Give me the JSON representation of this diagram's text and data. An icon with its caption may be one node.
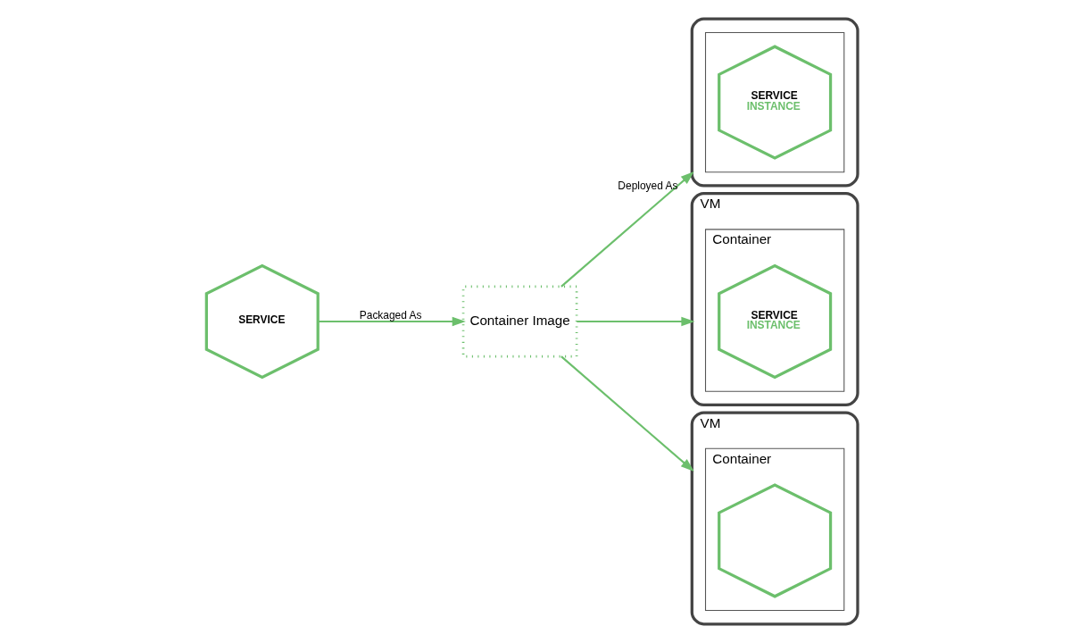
{
  "diagram": {
    "nodes": [
      {
        "text": [
          "SERVICE"
        ]
      },
      {
        "text": [
          "Container Image"
        ]
      },
      {
        "text": [],
        "shape": "box"
      },
      {
        "text": [],
        "shape": "box",
        "in": 2
      },
      {
        "text": [
          "SERVICE",
          "INSTANCE"
        ],
        "in": 3
      },
      {
        "text": [
          "VM"
        ]
      },
      {
        "text": [
          "Container"
        ],
        "in": 5
      },
      {
        "text": [
          "SERVICE",
          "INSTANCE"
        ],
        "in": 6
      },
      {
        "text": [
          "VM"
        ]
      },
      {
        "text": [
          "Container"
        ],
        "in": 8
      },
      {
        "text": [],
        "shape": "hexagon",
        "in": 9
      }
    ],
    "edges": [
      {
        "from": 0,
        "to": 1,
        "arrow": "to",
        "label": "Packaged As"
      },
      {
        "from": 1,
        "to": 2,
        "arrow": "to",
        "label": "Deployed As"
      },
      {
        "from": 1,
        "to": 5,
        "arrow": "to"
      },
      {
        "from": 1,
        "to": 8,
        "arrow": "to"
      }
    ]
  }
}
